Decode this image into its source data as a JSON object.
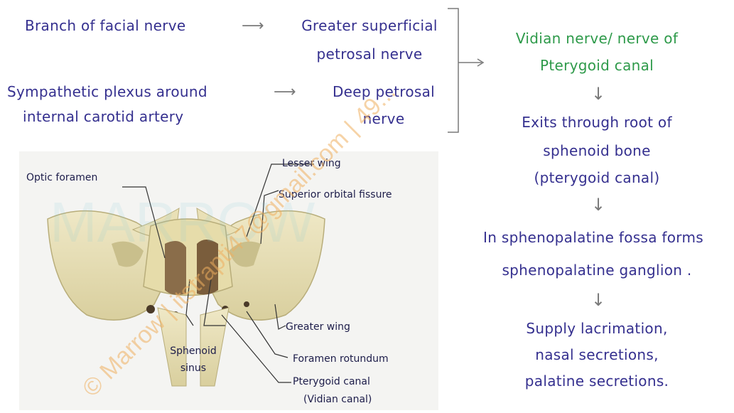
{
  "flow_left": {
    "row1_source": "Branch of facial nerve",
    "row1_target_line1": "Greater superficial",
    "row1_target_line2": "petrosal nerve",
    "row2_source_line1": "Sympathetic plexus around",
    "row2_source_line2": "internal carotid artery",
    "row2_target_line1": "Deep petrosal",
    "row2_target_line2": "nerve",
    "arrow_glyph": "⟶"
  },
  "flow_right": {
    "vidian_line1": "Vidian nerve/ nerve of",
    "vidian_line2": "Pterygoid canal",
    "exits_line1": "Exits through root of",
    "exits_line2": "sphenoid bone",
    "exits_line3": "(pterygoid canal)",
    "fossa_line1": "In sphenopalatine fossa forms",
    "fossa_line2": "sphenopalatine ganglion  .",
    "supply_line1": "Supply lacrimation,",
    "supply_line2": "nasal secretions,",
    "supply_line3": "palatine secretions.",
    "down_glyph": "↓"
  },
  "figure_labels": {
    "optic_foramen": "Optic foramen",
    "lesser_wing": "Lesser wing",
    "superior_orbital_fissure": "Superior orbital fissure",
    "greater_wing": "Greater wing",
    "sphenoid_sinus_line1": "Sphenoid",
    "sphenoid_sinus_line2": "sinus",
    "foramen_rotundum": "Foramen rotundum",
    "pterygoid_canal_line1": "Pterygoid canal",
    "pterygoid_canal_line2": "(Vidian canal)"
  },
  "watermarks": {
    "diagonal_text": "© Marrow | itstrapti47@gmail.com | 49...",
    "faint_logo": "MARROW"
  },
  "colors": {
    "text_blue": "#35308f",
    "highlight_green": "#2e9a4a",
    "watermark_orange": "#f0b060"
  }
}
